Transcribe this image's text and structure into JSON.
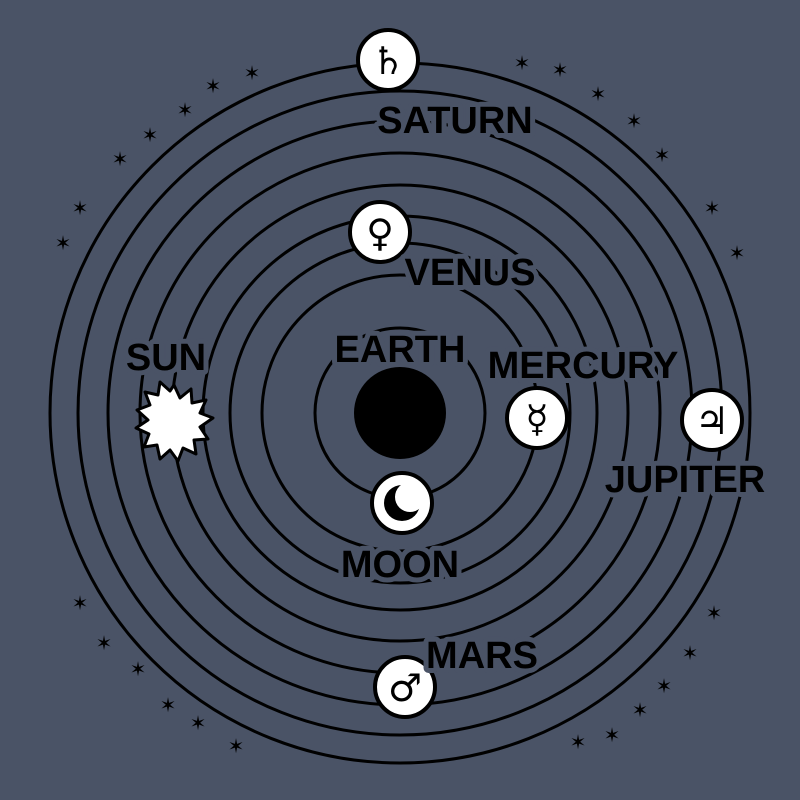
{
  "colors": {
    "background": "#4a5366",
    "ink": "#000000",
    "planet_fill": "#ffffff"
  },
  "bodies": {
    "earth": {
      "label": "EARTH",
      "icon": "earth-disc"
    },
    "moon": {
      "label": "MOON",
      "icon": "moon-crescent-icon",
      "symbol": "☾"
    },
    "mercury": {
      "label": "MERCURY",
      "icon": "mercury-symbol-icon",
      "symbol": "☿"
    },
    "venus": {
      "label": "VENUS",
      "icon": "venus-symbol-icon",
      "symbol": "♀"
    },
    "sun": {
      "label": "SUN",
      "icon": "sun-icon"
    },
    "mars": {
      "label": "MARS",
      "icon": "mars-symbol-icon",
      "symbol": "♂"
    },
    "jupiter": {
      "label": "JUPITER",
      "icon": "jupiter-symbol-icon",
      "symbol": "♃"
    },
    "saturn": {
      "label": "SATURN",
      "icon": "saturn-symbol-icon",
      "symbol": "♄"
    }
  }
}
